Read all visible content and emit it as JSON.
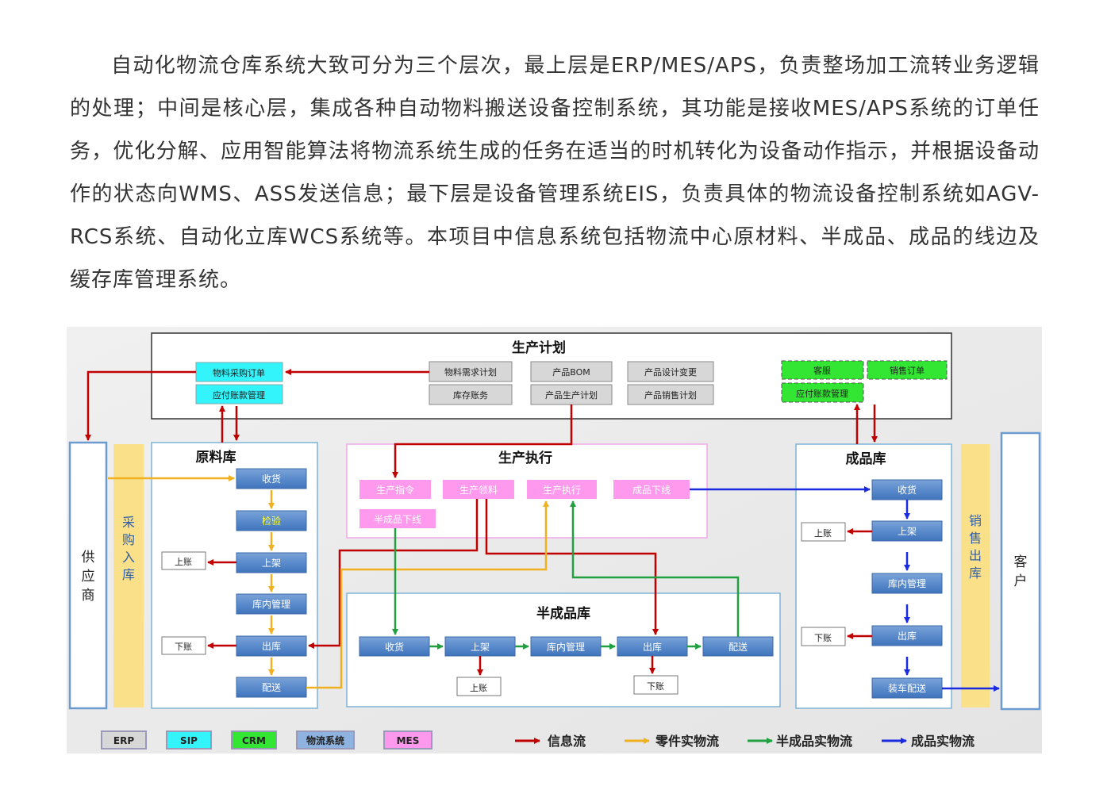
{
  "article": {
    "paragraph": "自动化物流仓库系统大致可分为三个层次，最上层是ERP/MES/APS，负责整场加工流转业务逻辑的处理；中间是核心层，集成各种自动物料搬送设备控制系统，其功能是接收MES/APS系统的订单任务，优化分解、应用智能算法将物流系统生成的任务在适当的时机转化为设备动作指示，并根据设备动作的状态向WMS、ASS发送信息；最下层是设备管理系统EIS，负责具体的物流设备控制系统如AGV-RCS系统、自动化立库WCS系统等。本项目中信息系统包括物流中心原材料、半成品、成品的线边及缓存库管理系统。"
  },
  "diagram": {
    "plan": {
      "title": "生产计划",
      "sip_order": "物料采购订单",
      "sip_pay": "应付账款管理",
      "mat_plan": "物料需求计划",
      "stock_acct": "库存账务",
      "bom": "产品BOM",
      "prod_plan": "产品生产计划",
      "design_change": "产品设计变更",
      "sales_plan": "产品销售计划",
      "crm_service": "客服",
      "crm_order": "销售订单",
      "crm_pay": "应付账款管理"
    },
    "supplier": [
      "供",
      "应",
      "商"
    ],
    "customer": [
      "客",
      "户"
    ],
    "purchase_band": [
      "采",
      "购",
      "入",
      "库"
    ],
    "sales_band": [
      "销",
      "售",
      "出",
      "库"
    ],
    "raw": {
      "title": "原料库",
      "steps": [
        "收货",
        "检验",
        "上架",
        "库内管理",
        "出库",
        "配送"
      ],
      "post_up": "上账",
      "post_down": "下账"
    },
    "exec": {
      "title": "生产执行",
      "items": [
        "生产指令",
        "生产领料",
        "生产执行",
        "成品下线"
      ],
      "semi_offline": "半成品下线"
    },
    "semi": {
      "title": "半成品库",
      "steps": [
        "收货",
        "上架",
        "库内管理",
        "出库",
        "配送"
      ],
      "post_up": "上账",
      "post_down": "下账"
    },
    "fin": {
      "title": "成品库",
      "steps": [
        "收货",
        "上架",
        "库内管理",
        "出库",
        "装车配送"
      ],
      "post_up": "上账",
      "post_down": "下账"
    },
    "legend_systems": [
      {
        "label": "ERP",
        "color": "#d7d7d7"
      },
      {
        "label": "SIP",
        "color": "#33f3fb"
      },
      {
        "label": "CRM",
        "color": "#33e633"
      },
      {
        "label": "物流系统",
        "color": "#8fb3e0"
      },
      {
        "label": "MES",
        "color": "#ff99ee"
      }
    ],
    "legend_flows": [
      {
        "label": "信息流",
        "color": "#c00000"
      },
      {
        "label": "零件实物流",
        "color": "#f0b020"
      },
      {
        "label": "半成品实物流",
        "color": "#20a040"
      },
      {
        "label": "成品实物流",
        "color": "#1a2ae0"
      }
    ]
  }
}
